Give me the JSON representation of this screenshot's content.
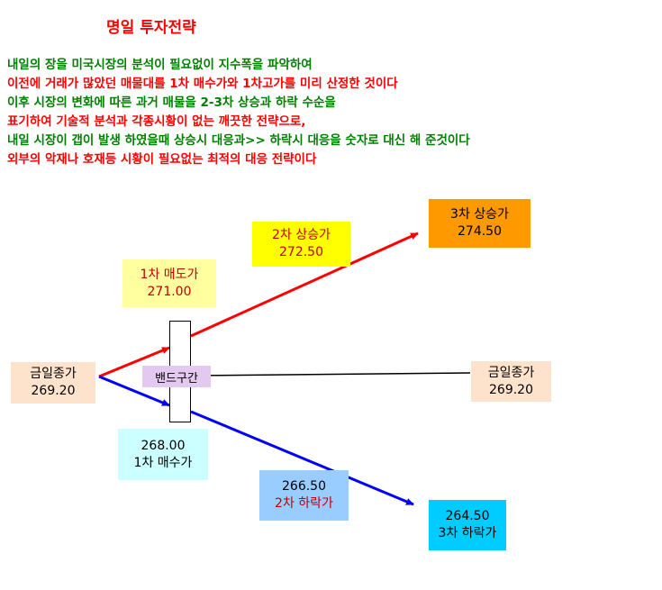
{
  "title": "명일 투자전략",
  "paragraph": [
    {
      "text": "내일의 장을 미국시장의 분석이 필요없이 지수폭을 파악하여",
      "color": "#008000"
    },
    {
      "text": "이전에 거래가 많았던 매물대를 1차 매수가와 1차고가를 미리 산정한 것이다",
      "color": "#ff0000"
    },
    {
      "text": "이후 시장의 변화에 따른 과거 매물을 2-3차 상승과 하락 수순을",
      "color": "#008000"
    },
    {
      "text": "표기하여 기술적  분석과 각종시황이 없는 깨끗한 전략으로,",
      "color": "#ff0000"
    },
    {
      "text": "내일 시장이 갭이 발생 하였을때 상승시 대응과>> 하락시 대응을 숫자로 대신 해 준것이다",
      "color": "#008000"
    },
    {
      "text": "외부의 악재나 호재등  시황이 필요없는 최적의 대응 전략이다",
      "color": "#ff0000"
    }
  ],
  "boxes": {
    "close_left": {
      "label": "금일종가",
      "value": "269.20",
      "bg": "#fde3cc"
    },
    "close_right": {
      "label": "금일종가",
      "value": "269.20",
      "bg": "#fde3cc"
    },
    "sell1": {
      "label": "1차 매도가",
      "value": "271.00",
      "bg": "#ffffa0"
    },
    "rise2": {
      "label": "2차 상승가",
      "value": "272.50",
      "bg": "#ffff00"
    },
    "rise3": {
      "label": "3차 상승가",
      "value": "274.50",
      "bg": "#ff9900"
    },
    "buy1": {
      "value": "268.00",
      "label": "1차 매수가",
      "bg": "#ccffff"
    },
    "fall2": {
      "value": "266.50",
      "label": "2차 하락가",
      "bg": "#99ccff"
    },
    "fall3": {
      "value": "264.50",
      "label": "3차 하락가",
      "bg": "#00ccff"
    }
  },
  "band": {
    "label": "밴드구간",
    "bg": "#e3c8f0"
  },
  "colors": {
    "up_arrow": "#ff0000",
    "down_arrow": "#0000ff",
    "flat_line": "#000000"
  }
}
